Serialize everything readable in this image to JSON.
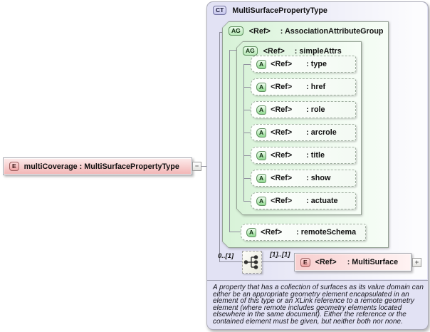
{
  "element": {
    "badge": "E",
    "label": "multiCoverage : MultiSurfacePropertyType",
    "collapse": "−"
  },
  "complex_type": {
    "badge": "CT",
    "title": "MultiSurfacePropertyType",
    "assoc_group": {
      "badge": "AG",
      "ref": "<Ref>",
      "name": ": AssociationAttributeGroup"
    },
    "simple_attrs": {
      "badge": "AG",
      "ref": "<Ref>",
      "name": ": simpleAttrs"
    },
    "attributes": [
      {
        "badge": "A",
        "ref": "<Ref>",
        "name": ": type"
      },
      {
        "badge": "A",
        "ref": "<Ref>",
        "name": ": href"
      },
      {
        "badge": "A",
        "ref": "<Ref>",
        "name": ": role"
      },
      {
        "badge": "A",
        "ref": "<Ref>",
        "name": ": arcrole"
      },
      {
        "badge": "A",
        "ref": "<Ref>",
        "name": ": title"
      },
      {
        "badge": "A",
        "ref": "<Ref>",
        "name": ": show"
      },
      {
        "badge": "A",
        "ref": "<Ref>",
        "name": ": actuate"
      }
    ],
    "remote_schema": {
      "badge": "A",
      "ref": "<Ref>",
      "name": ": remoteSchema"
    },
    "sequence": {
      "occurs_min": "0..[1]",
      "occurs_child": "[1]..[1]"
    },
    "child_element": {
      "badge": "E",
      "ref": "<Ref>",
      "name": ": MultiSurface",
      "expand": "+"
    },
    "documentation": "A property that has a collection of surfaces as its value domain can either be an appropriate geometry element encapsulated in an element of this type or an XLink reference to a remote geometry element (where remote includes geometry elements located elsewhere in the same document). Either the reference or the contained element must be given, but neither both nor none."
  },
  "colors": {
    "complex_type_fill": "#e2e2f4",
    "attribute_group_fill": "#d7f2d7",
    "element_fill": "#f2b4b4",
    "attribute_fill": "#fdfffd",
    "connector": "#8f8f9d"
  }
}
